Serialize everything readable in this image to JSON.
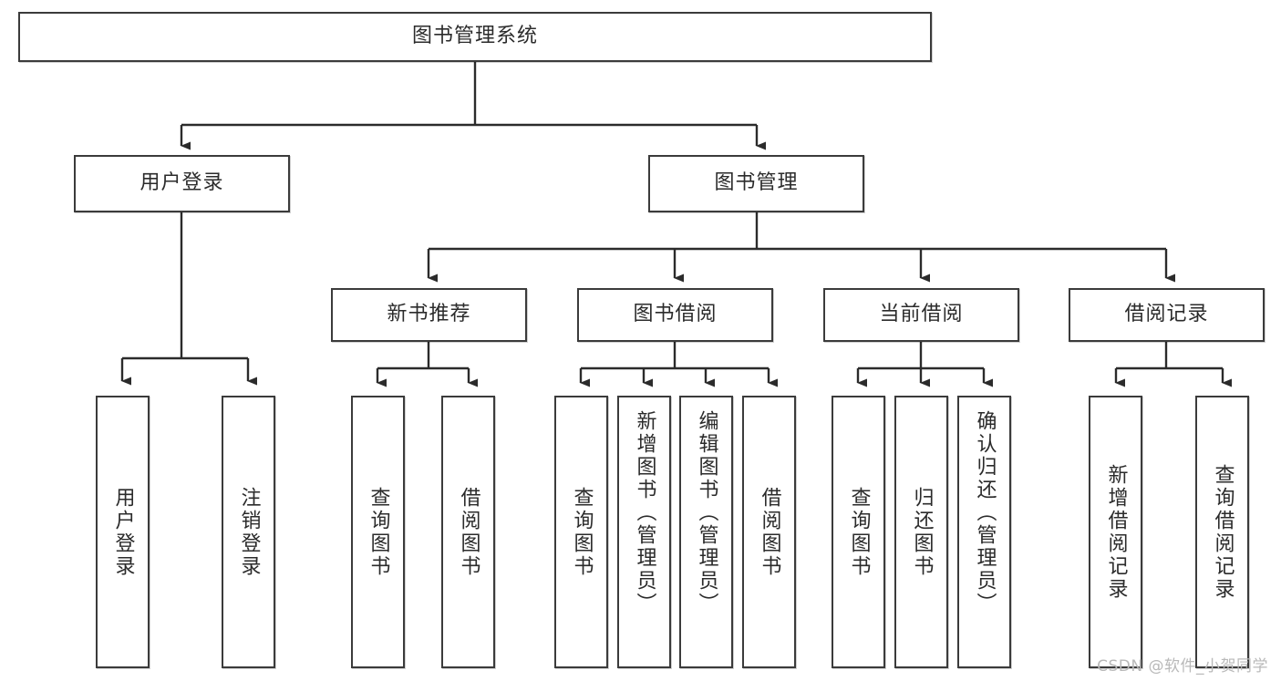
{
  "diagram": {
    "type": "tree-hierarchy",
    "title": "图书管理系统",
    "colors": {
      "box_border": "#3b3b3b",
      "box_fill": "#ffffff",
      "connector": "#2b2b2b",
      "text": "#2b2b2b",
      "watermark": "#b9b9b9",
      "background": "#ffffff"
    },
    "root": {
      "label": "图书管理系统"
    },
    "level2": [
      {
        "label": "用户登录"
      },
      {
        "label": "图书管理"
      }
    ],
    "level3": [
      {
        "label": "新书推荐"
      },
      {
        "label": "图书借阅"
      },
      {
        "label": "当前借阅"
      },
      {
        "label": "借阅记录"
      }
    ],
    "leaves": {
      "user_login": [
        {
          "label": "用户登录"
        },
        {
          "label": "注销登录"
        }
      ],
      "new_book_recommend": [
        {
          "label": "查询图书"
        },
        {
          "label": "借阅图书"
        }
      ],
      "book_borrow": [
        {
          "label": "查询图书"
        },
        {
          "label": "新增图书（管理员）"
        },
        {
          "label": "编辑图书（管理员）"
        },
        {
          "label": "借阅图书"
        }
      ],
      "current_borrow": [
        {
          "label": "查询图书"
        },
        {
          "label": "归还图书"
        },
        {
          "label": "确认归还（管理员）"
        }
      ],
      "borrow_record": [
        {
          "label": "新增借阅记录"
        },
        {
          "label": "查询借阅记录"
        }
      ]
    },
    "watermark": "CSDN @软件_小贺同学"
  }
}
